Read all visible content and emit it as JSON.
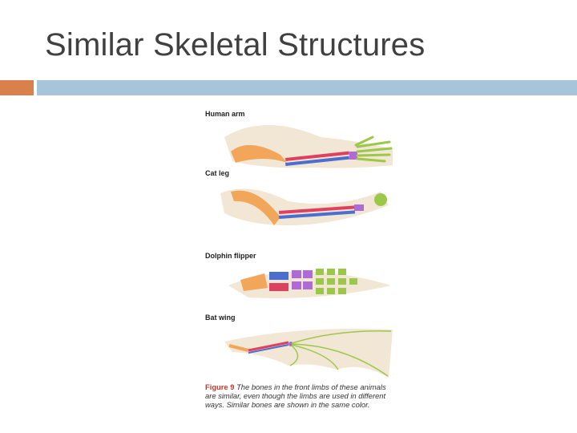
{
  "slide": {
    "title": "Similar Skeletal Structures"
  },
  "figure": {
    "labels": {
      "human": "Human arm",
      "cat": "Cat leg",
      "dolphin": "Dolphin flipper",
      "bat": "Bat wing"
    },
    "caption_fig": "Figure 9",
    "caption_text": "The bones in the front limbs of these animals are similar, even though the limbs are used in different ways. Similar bones are shown in the same color."
  },
  "colors": {
    "accent_orange": "#d9804d",
    "accent_blue": "#a8c4d8",
    "humerus": "#f2a65a",
    "ulna": "#e04060",
    "radius": "#4a6fd0",
    "carpals": "#b06ad6",
    "digits": "#9cc84a",
    "skin": "#f2e6d4"
  }
}
